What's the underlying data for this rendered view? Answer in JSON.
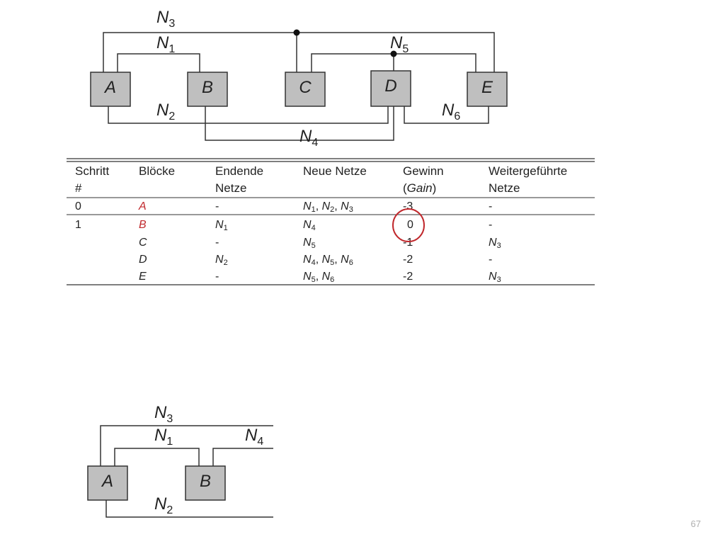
{
  "top_diagram": {
    "blocks": [
      "A",
      "B",
      "C",
      "D",
      "E"
    ],
    "nets": {
      "n3": {
        "base": "N",
        "sub": "3"
      },
      "n1": {
        "base": "N",
        "sub": "1"
      },
      "n5": {
        "base": "N",
        "sub": "5"
      },
      "n2": {
        "base": "N",
        "sub": "2"
      },
      "n6": {
        "base": "N",
        "sub": "6"
      },
      "n4": {
        "base": "N",
        "sub": "4"
      }
    }
  },
  "table": {
    "headers": {
      "step_l1": "Schritt",
      "step_l2": "#",
      "blocks": "Blöcke",
      "ending_l1": "Endende",
      "ending_l2": "Netze",
      "new": "Neue Netze",
      "gain_l1": "Gewinn",
      "gain_open": "(",
      "gain_word": "Gain",
      "gain_close": ")",
      "cont_l1": "Weitergeführte",
      "cont_l2": "Netze"
    },
    "rows": [
      {
        "step": "0",
        "block": "A",
        "ending": "-",
        "gain": "-3",
        "cont": "-"
      },
      {
        "step": "1",
        "block": "B",
        "ending_base": "N",
        "ending_sub": "1",
        "gain": "0",
        "cont": "-"
      },
      {
        "block": "C",
        "ending": "-",
        "gain": "-1",
        "cont_base": "N",
        "cont_sub": "3"
      },
      {
        "block": "D",
        "ending_base": "N",
        "ending_sub": "2",
        "gain": "-2",
        "cont": "-"
      },
      {
        "block": "E",
        "ending": "-",
        "gain": "-2",
        "cont_base": "N",
        "cont_sub": "3"
      }
    ],
    "new_nets": {
      "r0": {
        "n1": "N",
        "s1": "1",
        "sep1": ", ",
        "n2": "N",
        "s2": "2",
        "sep2": ", ",
        "n3": "N",
        "s3": "3"
      },
      "r1": {
        "n1": "N",
        "s1": "4"
      },
      "r2": {
        "n1": "N",
        "s1": "5"
      },
      "r3": {
        "n1": "N",
        "s1": "4",
        "sep1": ", ",
        "n2": "N",
        "s2": "5",
        "sep2": ", ",
        "n3": "N",
        "s3": "6"
      },
      "r4": {
        "n1": "N",
        "s1": "5",
        "sep1": ", ",
        "n2": "N",
        "s2": "6"
      }
    }
  },
  "bottom_diagram": {
    "blocks": [
      "A",
      "B"
    ],
    "nets": {
      "n3": {
        "base": "N",
        "sub": "3"
      },
      "n1": {
        "base": "N",
        "sub": "1"
      },
      "n4": {
        "base": "N",
        "sub": "4"
      },
      "n2": {
        "base": "N",
        "sub": "2"
      }
    }
  },
  "page_number": "67",
  "colors": {
    "highlight": "#c0282c",
    "block_fill": "#bfbfbf"
  }
}
